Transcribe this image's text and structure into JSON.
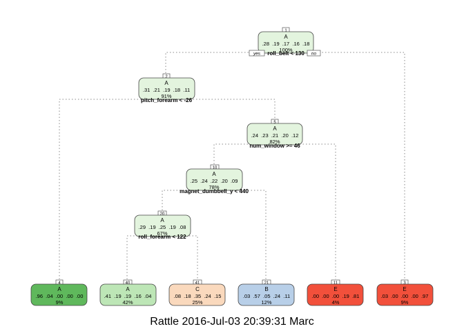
{
  "caption": "Rattle 2016-Jul-03 20:39:31 Marc",
  "branch_labels": {
    "yes": "yes",
    "no": "no"
  },
  "colors": {
    "A_light": "#e3f4de",
    "A_medium": "#bde6b6",
    "A_dark": "#5fb85c",
    "B": "#b8cfe8",
    "C": "#fad9bd",
    "E": "#f2503b"
  },
  "tree": {
    "nodes": [
      {
        "id": "1",
        "class": "A",
        "probs": ".28  .19  .17  .16  .18",
        "pct": "100%",
        "fill": "A_light"
      },
      {
        "id": "2",
        "class": "A",
        "probs": ".31  .21  .19  .18  .11",
        "pct": "91%",
        "fill": "A_light"
      },
      {
        "id": "5",
        "class": "A",
        "probs": ".24  .23  .21  .20  .12",
        "pct": "82%",
        "fill": "A_light"
      },
      {
        "id": "10",
        "class": "A",
        "probs": ".25  .24  .22  .20  .09",
        "pct": "78%",
        "fill": "A_light"
      },
      {
        "id": "20",
        "class": "A",
        "probs": ".29  .19  .25  .19  .08",
        "pct": "67%",
        "fill": "A_light"
      },
      {
        "id": "4",
        "class": "A",
        "probs": ".96  .04  .00  .00  .00",
        "pct": "9%",
        "fill": "A_dark"
      },
      {
        "id": "40",
        "class": "A",
        "probs": ".41  .19  .19  .16  .04",
        "pct": "42%",
        "fill": "A_medium"
      },
      {
        "id": "41",
        "class": "C",
        "probs": ".08  .18  .35  .24  .15",
        "pct": "25%",
        "fill": "C"
      },
      {
        "id": "21",
        "class": "B",
        "probs": ".03  .57  .05  .24  .11",
        "pct": "12%",
        "fill": "B"
      },
      {
        "id": "11",
        "class": "E",
        "probs": ".00  .00  .00  .19  .81",
        "pct": "4%",
        "fill": "E"
      },
      {
        "id": "3",
        "class": "E",
        "probs": ".03  .00  .00  .00  .97",
        "pct": "9%",
        "fill": "E"
      }
    ],
    "splits": [
      {
        "node": "1",
        "label": "roll_belt < 130"
      },
      {
        "node": "2",
        "label": "pitch_forearm < -26"
      },
      {
        "node": "5",
        "label": "num_window >= 46"
      },
      {
        "node": "10",
        "label": "magnet_dumbbell_y < 440"
      },
      {
        "node": "20",
        "label": "roll_forearm < 122"
      }
    ]
  }
}
